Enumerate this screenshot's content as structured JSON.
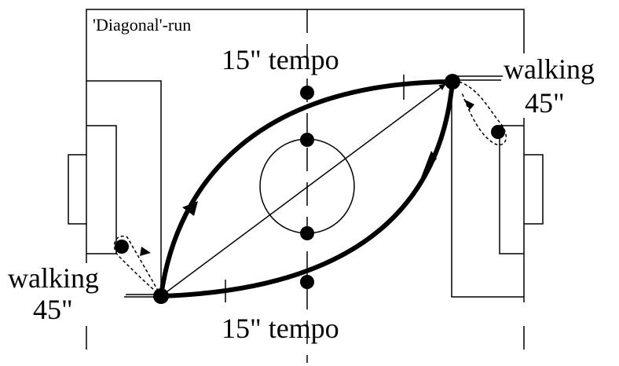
{
  "diagram": {
    "title": "'Diagonal'-run",
    "top_label": "15\" tempo",
    "bottom_label": "15\" tempo",
    "walking_right_line1": "walking",
    "walking_right_line2": "45\"",
    "walking_left_line1": "walking",
    "walking_left_line2": "45\""
  }
}
